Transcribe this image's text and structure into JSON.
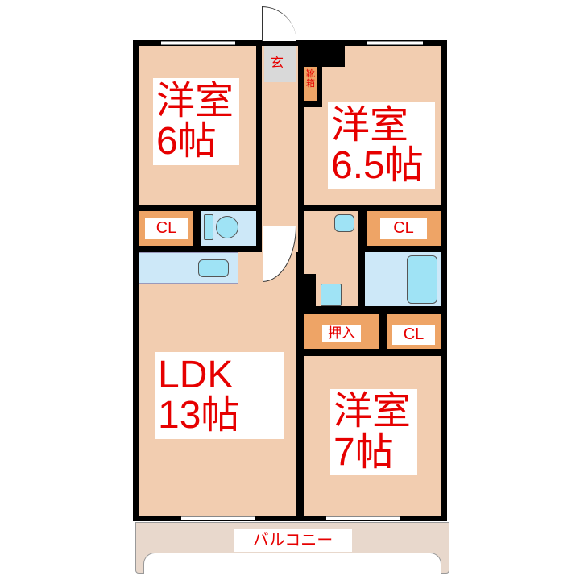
{
  "rooms": {
    "western_6": {
      "name": "洋室",
      "size": "6帖"
    },
    "western_6_5": {
      "name": "洋室",
      "size": "6.5帖"
    },
    "western_7": {
      "name": "洋室",
      "size": "7帖"
    },
    "ldk": {
      "name": "LDK",
      "size": "13帖"
    },
    "entrance": "玄",
    "shoe_box": "靴箱",
    "closet_left": "CL",
    "closet_right": "CL",
    "closet_lower": "CL",
    "oshiire": "押入",
    "balcony": "バルコニー"
  },
  "colors": {
    "label_text": "#e60000",
    "floor": "#f2cdb0",
    "closet": "#eea466",
    "wet_area": "#cde8f8",
    "wall": "#000000"
  }
}
